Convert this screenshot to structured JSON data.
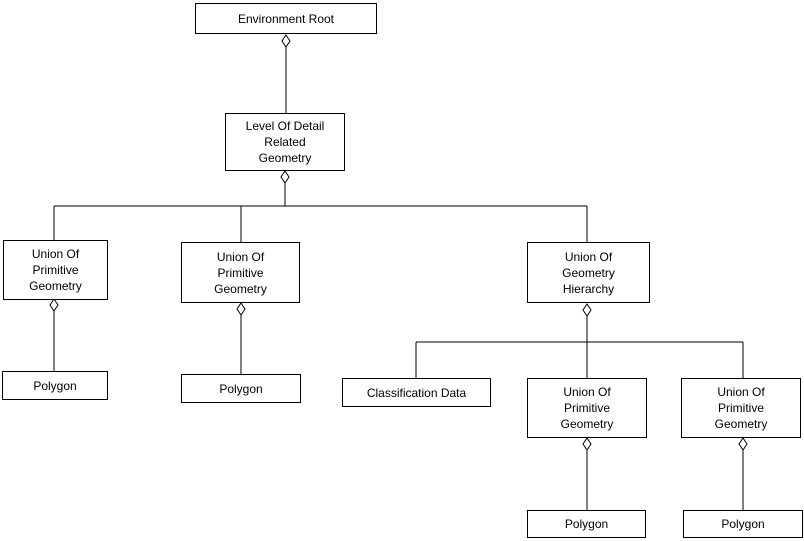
{
  "diagram": {
    "type": "aggregation-hierarchy",
    "colors": {
      "background": "#ffffff",
      "box_fill": "#ffffff",
      "box_border": "#000000",
      "line": "#000000",
      "text": "#000000"
    },
    "nodes": {
      "environment_root": {
        "label": "Environment Root"
      },
      "lod_related_geometry": {
        "label": [
          "Level Of Detail",
          "Related",
          "Geometry"
        ]
      },
      "union_primitive_1": {
        "label": [
          "Union Of",
          "Primitive",
          "Geometry"
        ]
      },
      "union_primitive_2": {
        "label": [
          "Union Of",
          "Primitive",
          "Geometry"
        ]
      },
      "union_geometry_hierarchy": {
        "label": [
          "Union Of",
          "Geometry",
          "Hierarchy"
        ]
      },
      "classification_data": {
        "label": "Classification Data"
      },
      "union_primitive_3": {
        "label": [
          "Union Of",
          "Primitive",
          "Geometry"
        ]
      },
      "union_primitive_4": {
        "label": [
          "Union Of",
          "Primitive",
          "Geometry"
        ]
      },
      "polygon_1": {
        "label": "Polygon"
      },
      "polygon_2": {
        "label": "Polygon"
      },
      "polygon_3": {
        "label": "Polygon"
      },
      "polygon_4": {
        "label": "Polygon"
      }
    },
    "edges": [
      {
        "from": "environment_root",
        "to": "lod_related_geometry",
        "type": "aggregation"
      },
      {
        "from": "lod_related_geometry",
        "to": "union_primitive_1",
        "type": "aggregation"
      },
      {
        "from": "lod_related_geometry",
        "to": "union_primitive_2",
        "type": "aggregation"
      },
      {
        "from": "lod_related_geometry",
        "to": "union_geometry_hierarchy",
        "type": "aggregation"
      },
      {
        "from": "union_primitive_1",
        "to": "polygon_1",
        "type": "aggregation"
      },
      {
        "from": "union_primitive_2",
        "to": "polygon_2",
        "type": "aggregation"
      },
      {
        "from": "union_geometry_hierarchy",
        "to": "classification_data",
        "type": "aggregation"
      },
      {
        "from": "union_geometry_hierarchy",
        "to": "union_primitive_3",
        "type": "aggregation"
      },
      {
        "from": "union_geometry_hierarchy",
        "to": "union_primitive_4",
        "type": "aggregation"
      },
      {
        "from": "union_primitive_3",
        "to": "polygon_3",
        "type": "aggregation"
      },
      {
        "from": "union_primitive_4",
        "to": "polygon_4",
        "type": "aggregation"
      }
    ]
  }
}
